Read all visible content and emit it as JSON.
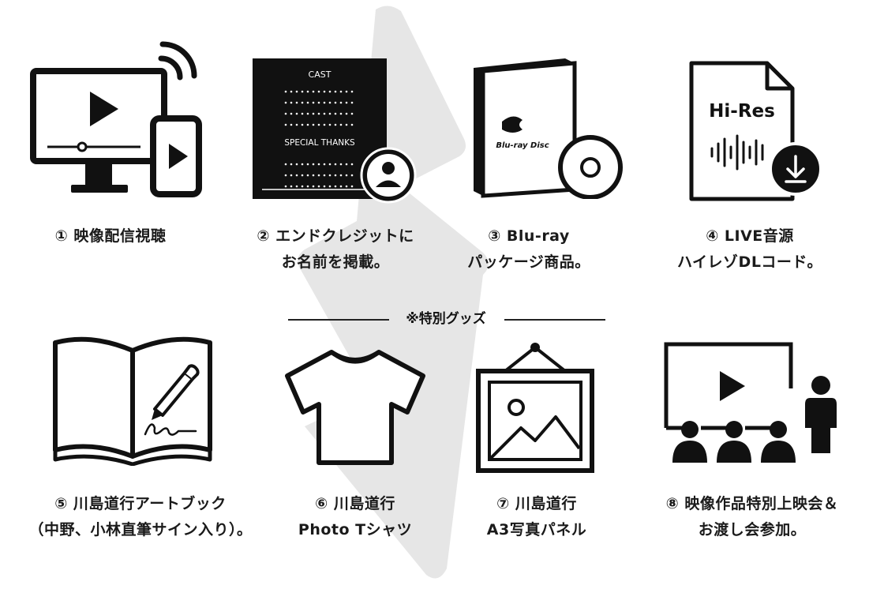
{
  "items": [
    {
      "number": "①",
      "lines": [
        "映像配信視聴"
      ],
      "icon": "streaming-devices-icon"
    },
    {
      "number": "②",
      "lines": [
        "エンドクレジットに",
        "お名前を掲載。"
      ],
      "icon": "end-credits-icon",
      "credits": {
        "heading1": "CAST",
        "heading2": "SPECIAL THANKS"
      }
    },
    {
      "number": "③",
      "lines": [
        "Blu-ray",
        "パッケージ商品。"
      ],
      "icon": "bluray-package-icon",
      "logo_text": "Blu-ray Disc"
    },
    {
      "number": "④",
      "lines": [
        "LIVE音源",
        "ハイレゾDLコード。"
      ],
      "icon": "hires-download-icon",
      "badge_text": "Hi-Res"
    },
    {
      "number": "⑤",
      "lines": [
        "川島道行アートブック",
        "（中野、小林直筆サイン入り）。"
      ],
      "icon": "signed-artbook-icon"
    },
    {
      "number": "⑥",
      "lines": [
        "川島道行",
        "Photo Tシャツ"
      ],
      "icon": "t-shirt-icon"
    },
    {
      "number": "⑦",
      "lines": [
        "川島道行",
        "A3写真パネル"
      ],
      "icon": "photo-panel-icon"
    },
    {
      "number": "⑧",
      "lines": [
        "映像作品特別上映会＆",
        "お渡し会参加。"
      ],
      "icon": "screening-event-icon"
    }
  ],
  "divider_label": "※特別グッズ",
  "colors": {
    "ink": "#111111",
    "watermark": "#e6e6e6",
    "background": "#ffffff"
  }
}
